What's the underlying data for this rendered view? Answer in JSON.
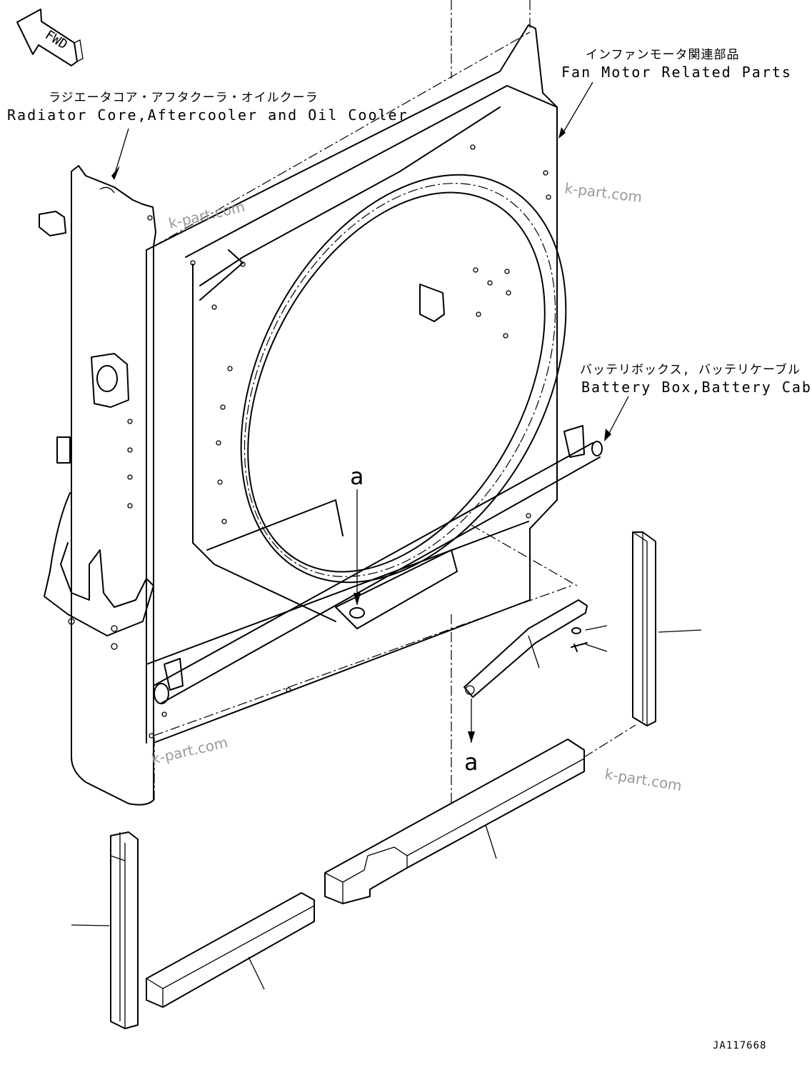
{
  "fwd_label": "FWD",
  "callouts": {
    "radiator": {
      "jp": "ラジエータコア・アフタクーラ・オイルクーラ",
      "en": "Radiator Core,Aftercooler and Oil Cooler"
    },
    "fan_motor": {
      "jp": "インファンモータ関連部品",
      "en": "Fan Motor Related Parts"
    },
    "battery": {
      "jp": "バッテリボックス, バッテリケーブル",
      "en": "Battery Box,Battery Cable"
    }
  },
  "ref_marks": [
    "a",
    "a"
  ],
  "watermarks": [
    "k-part.com",
    "k-part.com",
    "k-part.com",
    "k-part.com"
  ],
  "drawing_number": "JA117668"
}
